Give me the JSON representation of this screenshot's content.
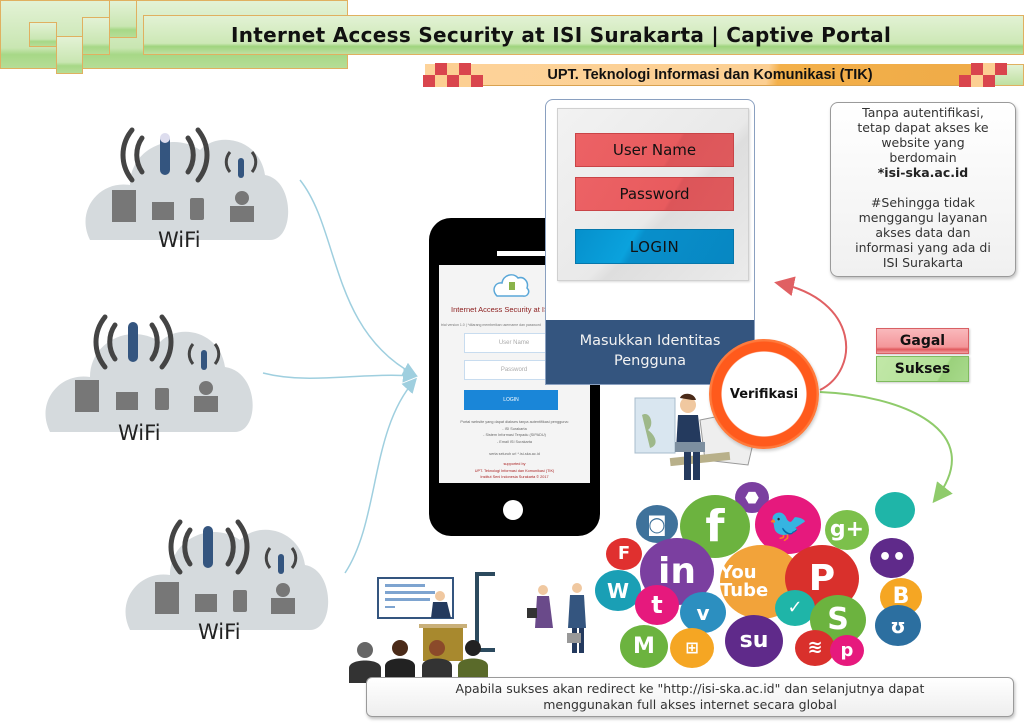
{
  "header": {
    "title": "Internet Access Security at ISI Surakarta | Captive Portal",
    "subtitle": "UPT. Teknologi Informasi dan Komunikasi (TIK)"
  },
  "wifi_zones": [
    {
      "label": "WiFi",
      "icons": [
        "building-icon",
        "shop-icon",
        "tablet-touch-icon",
        "user-laptop-icon"
      ]
    },
    {
      "label": "WiFi",
      "icons": [
        "building-icon",
        "shop-icon",
        "tablet-touch-icon",
        "user-laptop-icon"
      ]
    },
    {
      "label": "WiFi",
      "icons": [
        "building-icon",
        "shop-icon",
        "tablet-touch-icon",
        "user-laptop-icon"
      ]
    }
  ],
  "login_card": {
    "username_label": "User Name",
    "password_label": "Password",
    "login_label": "LOGIN",
    "caption_line1": "Masukkan Identitas",
    "caption_line2": "Pengguna"
  },
  "phone_screen": {
    "title": "Internet Access Security at ISI S",
    "note": "trial version 1.0 | *dilarang memberikan username dan password",
    "username_placeholder": "User Name",
    "password_placeholder": "Password",
    "login_label": "LOGIN",
    "portal_lines": [
      "Portal website yang dapat diakses tanpa autentifikasi pengguna:",
      "- ISI Surakarta",
      "- Sistem Informasi Terpadu (SIPADU)",
      "- Email ISI Surakarta",
      "",
      "serta seluruh url *.isi-ska.ac.id"
    ],
    "footer_lines": [
      "supported by",
      "UPT. Teknologi Informasi dan Komunikasi (TIK)",
      "Institut Seni Indonesia Surakarta © 2017"
    ]
  },
  "info_box": {
    "lines": [
      "Tanpa autentifikasi,",
      "tetap dapat akses ke",
      "website yang",
      "berdomain"
    ],
    "domain": "*isi-ska.ac.id",
    "lines2": [
      "#Sehingga tidak",
      "menggangu layanan",
      "akses data dan",
      "informasi yang ada di",
      "ISI Surakarta"
    ]
  },
  "verification": {
    "label": "Verifikasi",
    "fail_label": "Gagal",
    "success_label": "Sukses"
  },
  "colors": {
    "fail": "#e85b5e",
    "success": "#8fcb6b",
    "verify_ring": "#ff5a1c",
    "caption_bg": "#34557f",
    "login_btn": "#0a95d2",
    "arrow_blue": "#9fcfdf"
  },
  "social_icons": [
    {
      "name": "instagram",
      "glyph": "◙",
      "color": "#3f729b"
    },
    {
      "name": "android",
      "glyph": "⬣",
      "color": "#7b3fa0"
    },
    {
      "name": "facebook",
      "glyph": "f",
      "color": "#6cb33f"
    },
    {
      "name": "twitter",
      "glyph": "🐦",
      "color": "#e6197d"
    },
    {
      "name": "google-plus",
      "glyph": "g+",
      "color": "#7cc04b"
    },
    {
      "name": "apple",
      "glyph": "",
      "color": "#1fb5a8"
    },
    {
      "name": "flipboard",
      "glyph": "F",
      "color": "#e0302f"
    },
    {
      "name": "linkedin",
      "glyph": "in",
      "color": "#7b3fa0"
    },
    {
      "name": "flickr",
      "glyph": "••",
      "color": "#5f2a8a"
    },
    {
      "name": "wordpress",
      "glyph": "W",
      "color": "#1a9fb5"
    },
    {
      "name": "youtube",
      "glyph": "You Tube",
      "color": "#f2a33a"
    },
    {
      "name": "pinterest",
      "glyph": "P",
      "color": "#d9302c"
    },
    {
      "name": "blogger",
      "glyph": "B",
      "color": "#f5a623"
    },
    {
      "name": "tumblr",
      "glyph": "t",
      "color": "#e6197d"
    },
    {
      "name": "vimeo",
      "glyph": "v",
      "color": "#2c8fc0"
    },
    {
      "name": "delicious",
      "glyph": "✓",
      "color": "#1fb5a8"
    },
    {
      "name": "skype",
      "glyph": "S",
      "color": "#6cb33f"
    },
    {
      "name": "vine",
      "glyph": "ʊ",
      "color": "#2c6fa0"
    },
    {
      "name": "gmail",
      "glyph": "M",
      "color": "#6cb33f"
    },
    {
      "name": "windows",
      "glyph": "⊞",
      "color": "#f5a623"
    },
    {
      "name": "stumbleupon",
      "glyph": "su",
      "color": "#5f2a8a"
    },
    {
      "name": "spotify",
      "glyph": "≋",
      "color": "#d9302c"
    },
    {
      "name": "path",
      "glyph": "p",
      "color": "#e6197d"
    }
  ],
  "bottom_note": {
    "line1": "Apabila sukses akan redirect ke \"http://isi-ska.ac.id\" dan selanjutnya dapat",
    "line2": "menggunakan full akses internet secara global"
  }
}
